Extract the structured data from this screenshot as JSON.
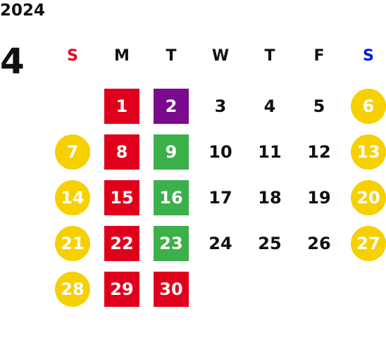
{
  "year": "2024",
  "month": "4",
  "weekdays": [
    "S",
    "M",
    "T",
    "W",
    "T",
    "F",
    "S"
  ],
  "weekday_colors": [
    "#e8001c",
    "#111111",
    "#111111",
    "#111111",
    "#111111",
    "#111111",
    "#0018e8"
  ],
  "colors": {
    "red": "#e0001b",
    "purple": "#7b0a8e",
    "green": "#3cb04a",
    "holiday": "#f7d000"
  },
  "days": [
    {
      "n": "1",
      "style": "red"
    },
    {
      "n": "2",
      "style": "purple"
    },
    {
      "n": "3",
      "style": "plain"
    },
    {
      "n": "4",
      "style": "plain"
    },
    {
      "n": "5",
      "style": "plain"
    },
    {
      "n": "6",
      "style": "holiday"
    },
    {
      "n": "7",
      "style": "holiday"
    },
    {
      "n": "8",
      "style": "red"
    },
    {
      "n": "9",
      "style": "green"
    },
    {
      "n": "10",
      "style": "plain"
    },
    {
      "n": "11",
      "style": "plain"
    },
    {
      "n": "12",
      "style": "plain"
    },
    {
      "n": "13",
      "style": "holiday"
    },
    {
      "n": "14",
      "style": "holiday"
    },
    {
      "n": "15",
      "style": "red"
    },
    {
      "n": "16",
      "style": "green"
    },
    {
      "n": "17",
      "style": "plain"
    },
    {
      "n": "18",
      "style": "plain"
    },
    {
      "n": "19",
      "style": "plain"
    },
    {
      "n": "20",
      "style": "holiday"
    },
    {
      "n": "21",
      "style": "holiday"
    },
    {
      "n": "22",
      "style": "red"
    },
    {
      "n": "23",
      "style": "green"
    },
    {
      "n": "24",
      "style": "plain"
    },
    {
      "n": "25",
      "style": "plain"
    },
    {
      "n": "26",
      "style": "plain"
    },
    {
      "n": "27",
      "style": "holiday"
    },
    {
      "n": "28",
      "style": "holiday"
    },
    {
      "n": "29",
      "style": "red"
    },
    {
      "n": "30",
      "style": "red"
    }
  ]
}
